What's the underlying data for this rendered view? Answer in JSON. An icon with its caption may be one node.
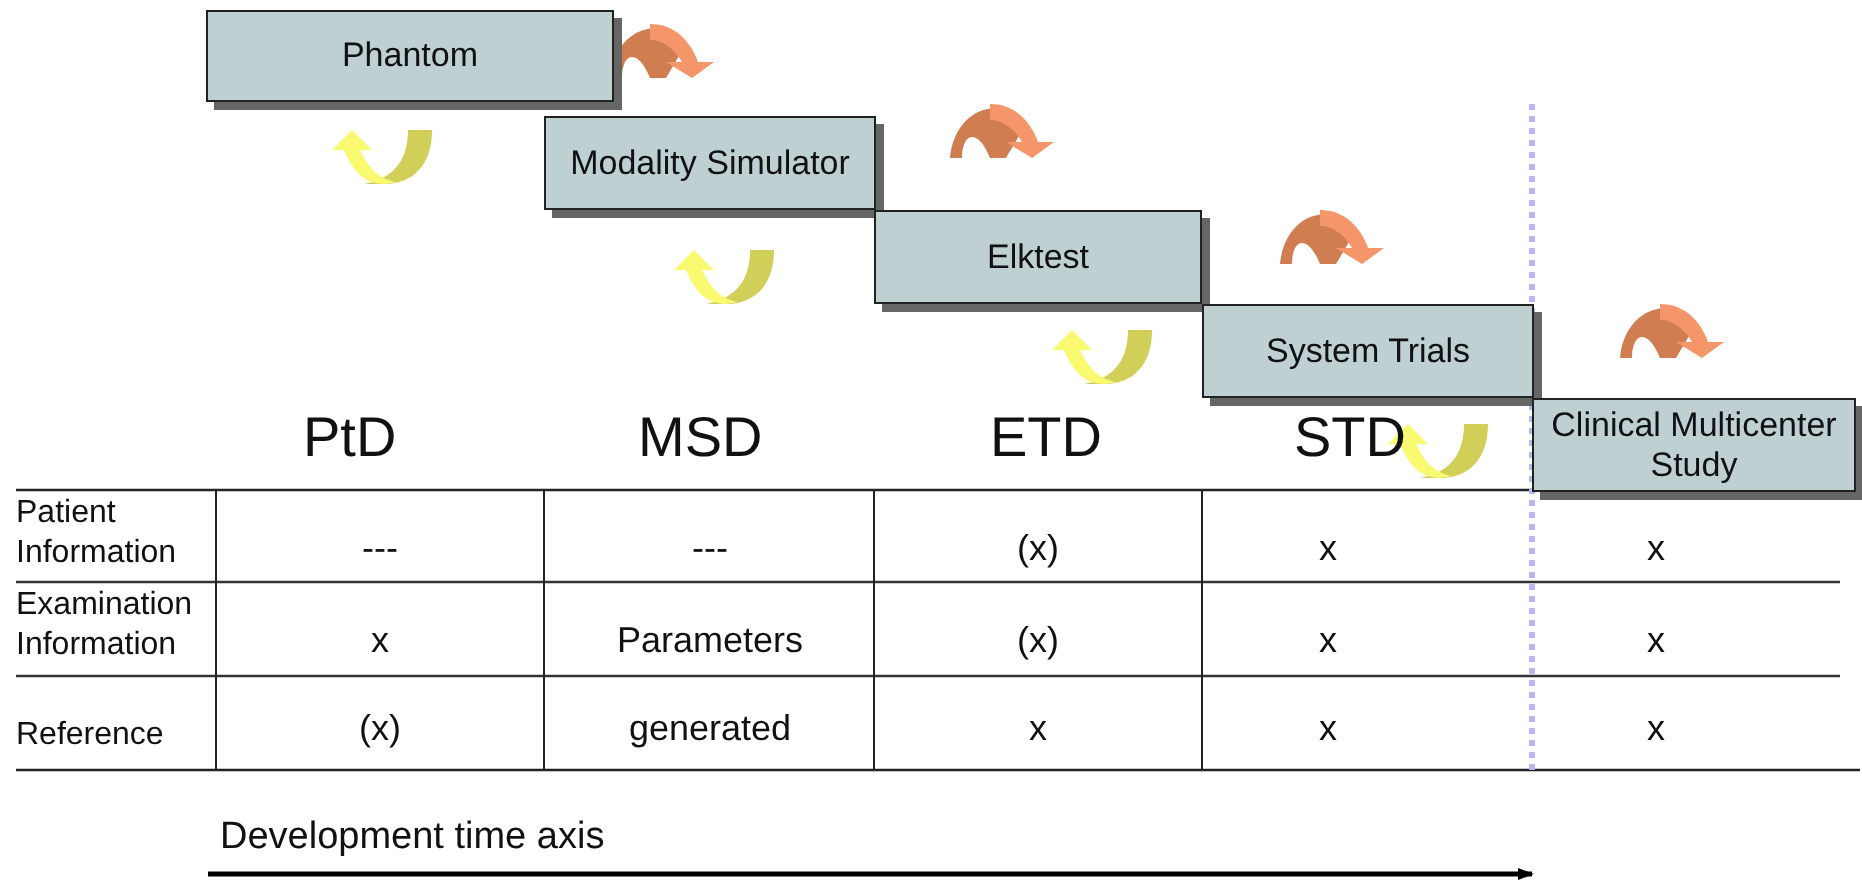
{
  "diagram": {
    "nodes": [
      {
        "text": [
          "Phantom"
        ]
      },
      {
        "text": [
          "Modality Simulator"
        ]
      },
      {
        "text": [
          "Elktest"
        ]
      },
      {
        "text": [
          "System Trials"
        ]
      },
      {
        "text": [
          "Clinical Multicenter Study"
        ]
      }
    ],
    "labels": [
      "PtD",
      "MSD",
      "ETD",
      "STD",
      "Patient Information",
      "---",
      "---",
      "(x)",
      "x",
      "x",
      "Examination Information",
      "x",
      "Parameters",
      "(x)",
      "x",
      "x",
      "Reference",
      "(x)",
      "generated",
      "x",
      "x",
      "x",
      "Development time axis"
    ]
  }
}
